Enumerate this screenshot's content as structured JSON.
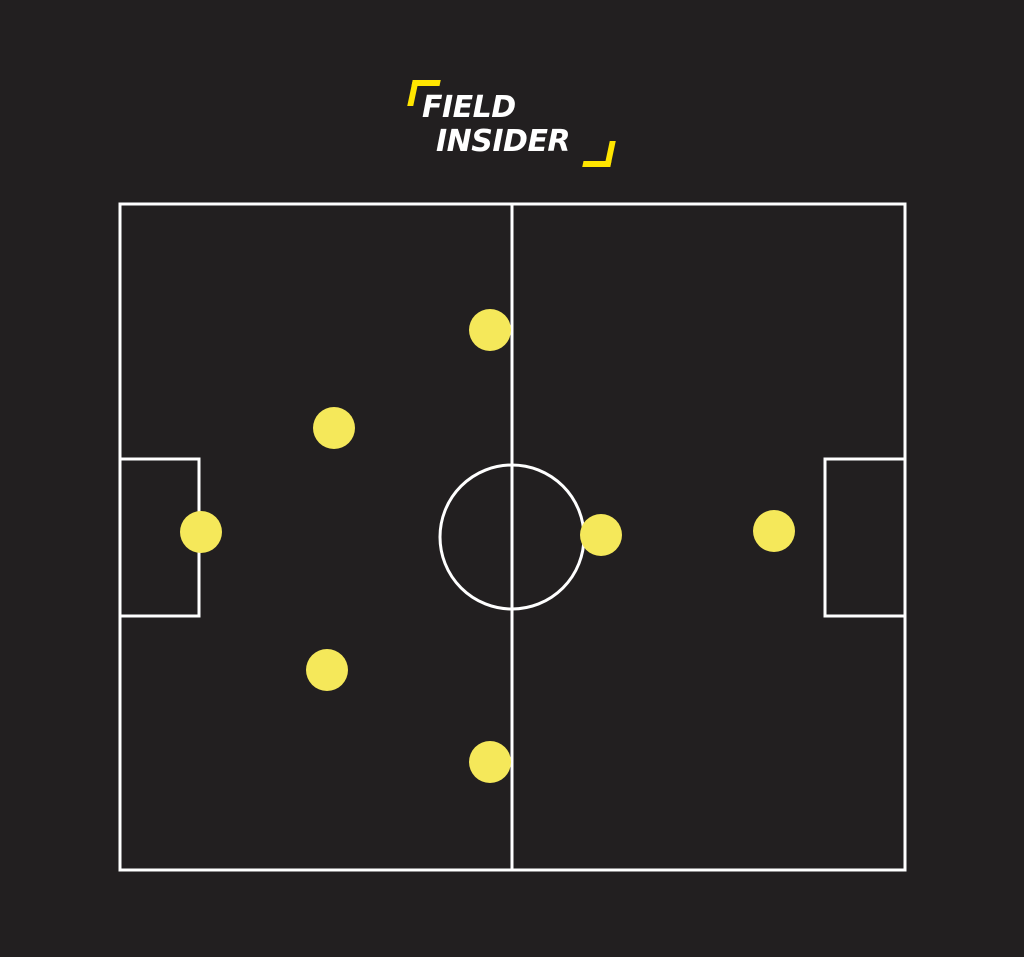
{
  "logo": {
    "line1": "FIELD",
    "line2": "INSIDER",
    "accent_color": "#ffe500"
  },
  "colors": {
    "background": "#221f20",
    "lines": "#ffffff",
    "player": "#f5e85a"
  },
  "formation": {
    "players": [
      {
        "role": "goalkeeper"
      },
      {
        "role": "upper-defender"
      },
      {
        "role": "lower-defender"
      },
      {
        "role": "upper-midfielder"
      },
      {
        "role": "lower-midfielder"
      },
      {
        "role": "center-forward"
      },
      {
        "role": "striker"
      }
    ]
  }
}
